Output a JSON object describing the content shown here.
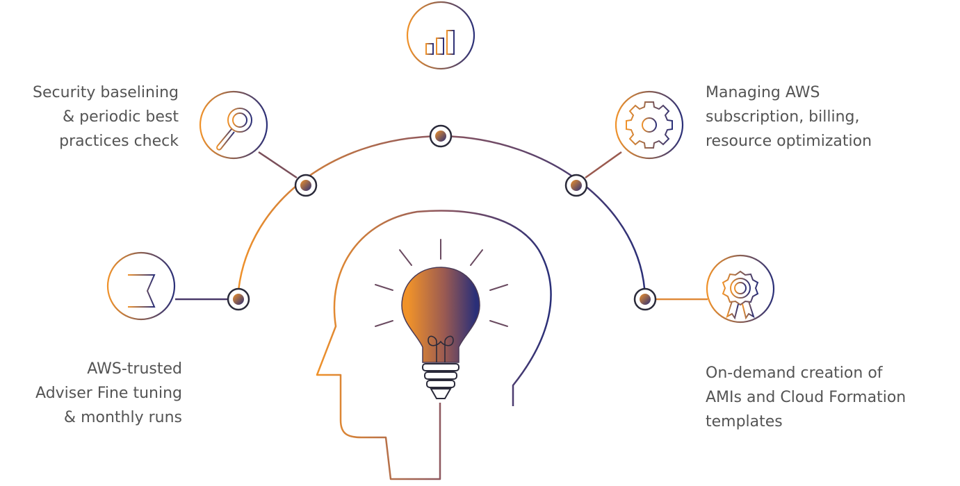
{
  "items": {
    "security": {
      "icon": "magnifier-icon",
      "lines": [
        "Security baselining",
        "& periodic best",
        "practices check"
      ]
    },
    "analytics": {
      "icon": "bar-chart-icon"
    },
    "managing": {
      "icon": "gear-icon",
      "lines": [
        "Managing AWS",
        "subscription, billing,",
        "resource optimization"
      ]
    },
    "aws_adviser": {
      "icon": "flag-icon",
      "lines": [
        "AWS-trusted",
        "Adviser Fine tuning",
        "& monthly runs"
      ]
    },
    "ondemand": {
      "icon": "award-badge-icon",
      "lines": [
        "On-demand creation of",
        "AMIs and Cloud Formation",
        "templates"
      ]
    }
  },
  "center": {
    "icon": "lightbulb-head-icon"
  },
  "colors": {
    "orange": "#f0922a",
    "navy": "#2a2f78",
    "mid": "#8a5560",
    "text": "#545454"
  }
}
